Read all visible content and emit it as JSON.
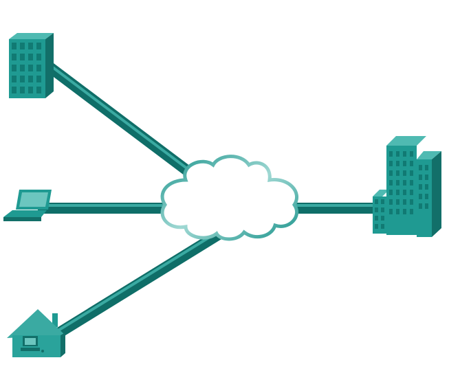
{
  "diagram": {
    "type": "network-topology",
    "nodes": [
      {
        "id": "branch-office",
        "icon": "office-building-icon"
      },
      {
        "id": "mobile-user",
        "icon": "laptop-icon"
      },
      {
        "id": "home-office",
        "icon": "house-icon"
      },
      {
        "id": "internet",
        "icon": "cloud-icon"
      },
      {
        "id": "headquarters",
        "icon": "campus-buildings-icon"
      }
    ],
    "links": [
      [
        "branch-office",
        "internet"
      ],
      [
        "mobile-user",
        "internet"
      ],
      [
        "home-office",
        "internet"
      ],
      [
        "internet",
        "headquarters"
      ]
    ]
  },
  "colors": {
    "link": "#137f78",
    "link_highlight": "#3aaaa2",
    "device": "#1f9a92",
    "device_dark": "#126f69",
    "device_light": "#4fbab2",
    "cloud_stroke": "#1e958d",
    "cloud_fill": "#ffffff"
  }
}
